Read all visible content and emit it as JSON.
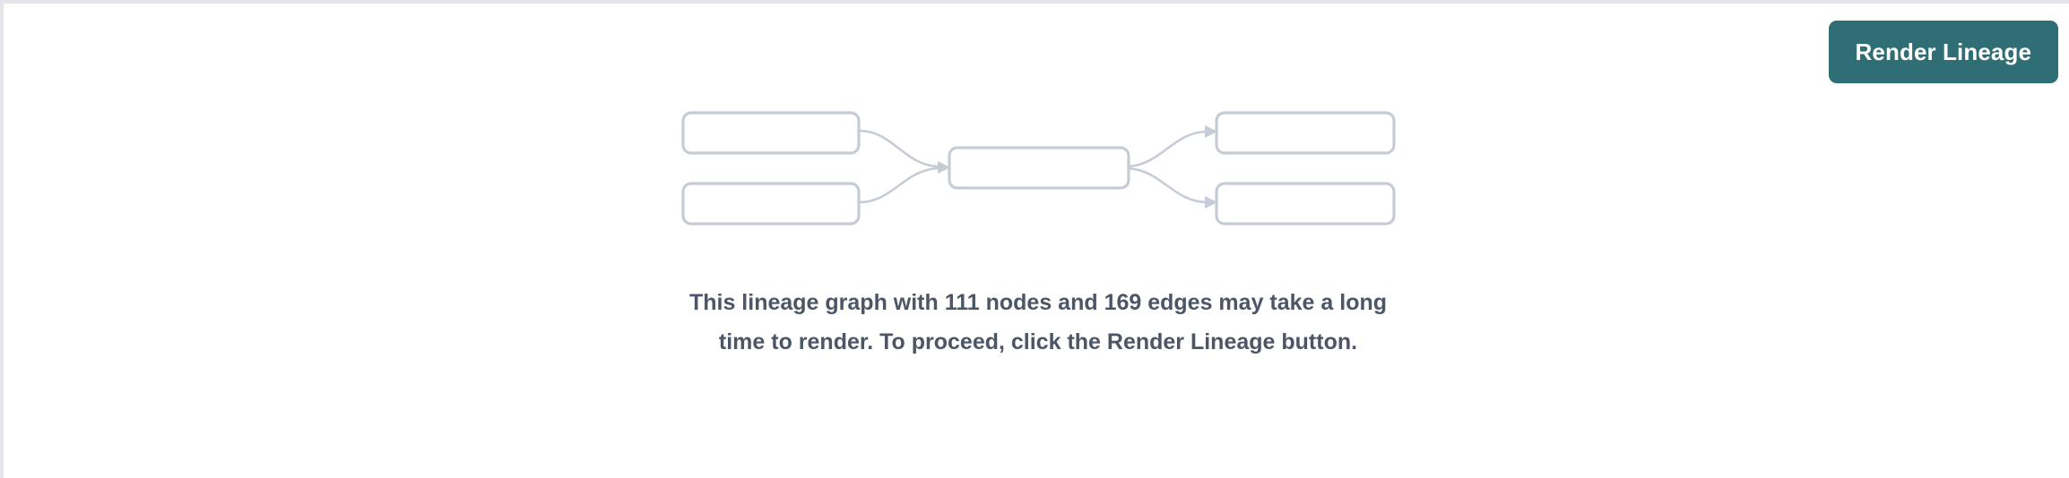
{
  "panel": {
    "background_color": "#ffffff",
    "border_color": "#e3e5ea"
  },
  "toolbar": {
    "render_lineage_label": "Render Lineage",
    "render_lineage_color": "#2f6e74",
    "render_lineage_text_color": "#ffffff"
  },
  "empty_state": {
    "message": "This lineage graph with 111 nodes and 169 edges may take a long time to render. To proceed, click the Render Lineage button.",
    "message_color": "#4c5667",
    "node_count": 111,
    "edge_count": 169,
    "illustration": {
      "node_stroke_color": "#c6ccd6",
      "node_fill_color": "#ffffff",
      "edge_stroke_color": "#c6ccd6",
      "node_labels": [
        "",
        "",
        "",
        "",
        ""
      ],
      "nodes": 5,
      "edges": 4
    }
  }
}
